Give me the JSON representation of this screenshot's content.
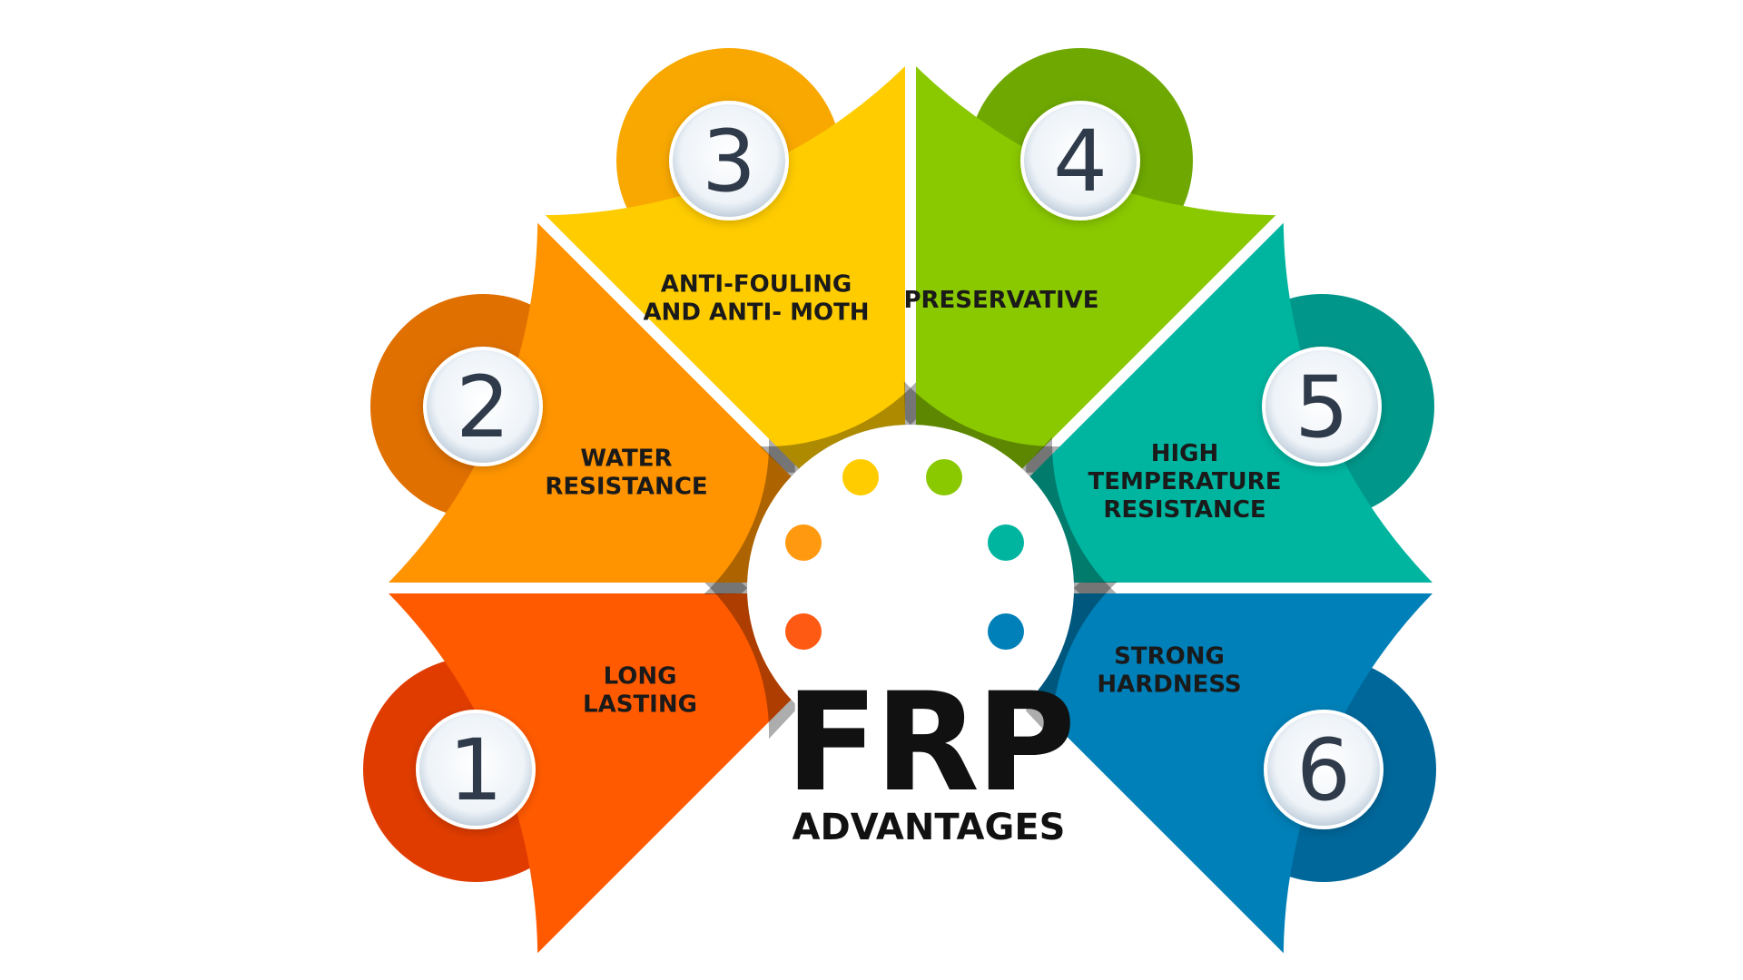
{
  "title": {
    "main": "FRP",
    "sub": "ADVANTAGES"
  },
  "segments": [
    {
      "number": "1",
      "lines": [
        "LONG",
        "LASTING"
      ],
      "color": "#ff5a00",
      "ring": "#e03c00",
      "dot": "#ff5a14"
    },
    {
      "number": "2",
      "lines": [
        "WATER",
        "RESISTANCE"
      ],
      "color": "#ff9400",
      "ring": "#e07000",
      "dot": "#ff9a10"
    },
    {
      "number": "3",
      "lines": [
        "ANTI-FOULING",
        "AND ANTI- MOTH"
      ],
      "color": "#ffcc00",
      "ring": "#f8a800",
      "dot": "#ffcc00"
    },
    {
      "number": "4",
      "lines": [
        "PRESERVATIVE"
      ],
      "color": "#8ac800",
      "ring": "#6ea800",
      "dot": "#8ac800"
    },
    {
      "number": "5",
      "lines": [
        "HIGH",
        "TEMPERATURE",
        "RESISTANCE"
      ],
      "color": "#00b5a0",
      "ring": "#00978a",
      "dot": "#00b5a0"
    },
    {
      "number": "6",
      "lines": [
        "STRONG",
        "HARDNESS"
      ],
      "color": "#0080b8",
      "ring": "#00679a",
      "dot": "#0080b8"
    }
  ]
}
